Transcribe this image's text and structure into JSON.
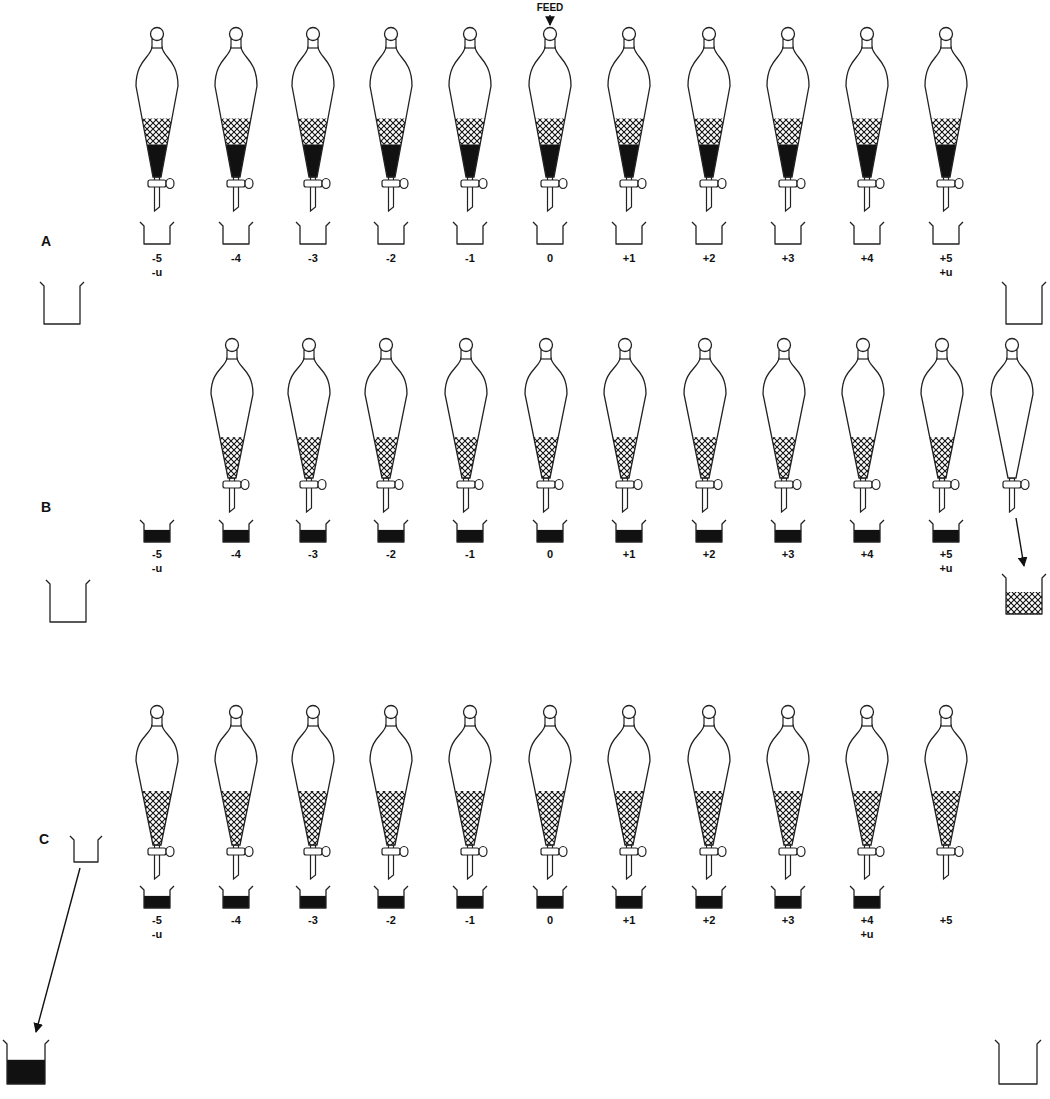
{
  "diagram": {
    "labels": [
      "FEED",
      "A",
      "-5",
      "-u",
      "-4",
      "-3",
      "-2",
      "-1",
      "0",
      "+1",
      "+2",
      "+3",
      "+4",
      "+5",
      "+u",
      "B",
      "-5",
      "-u",
      "-4",
      "-3",
      "-2",
      "-1",
      "0",
      "+1",
      "+2",
      "+3",
      "+4",
      "+5",
      "+u",
      "C",
      "-5",
      "-u",
      "-4",
      "-3",
      "-2",
      "-1",
      "0",
      "+1",
      "+2",
      "+3",
      "+4",
      "+u",
      "+5"
    ]
  }
}
